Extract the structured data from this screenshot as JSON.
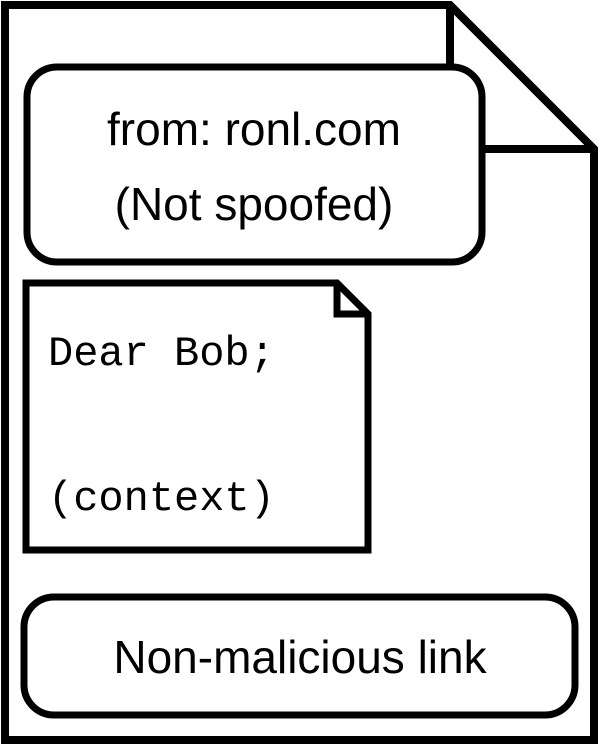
{
  "diagram": {
    "type": "email-document-illustration",
    "description": "Document page with folded corner containing a sender bubble, an inner note page, and a link bubble",
    "colors": {
      "stroke": "#000000",
      "fill": "#ffffff",
      "background": "#ffffff"
    },
    "outer_document": {
      "name": "email-page",
      "has_folded_corner": true,
      "stroke_width": 8
    },
    "sender_bubble": {
      "name": "sender-info-bubble",
      "line1": "from: ronl.com",
      "line2": "(Not spoofed)",
      "stroke_width": 7,
      "corner_radius": 30
    },
    "body_note": {
      "name": "message-body-note",
      "has_folded_corner": true,
      "line1": "Dear Bob;",
      "line2": "(context)",
      "stroke_width": 7
    },
    "link_bubble": {
      "name": "link-bubble",
      "label": "Non-malicious link",
      "stroke_width": 7,
      "corner_radius": 30
    }
  }
}
